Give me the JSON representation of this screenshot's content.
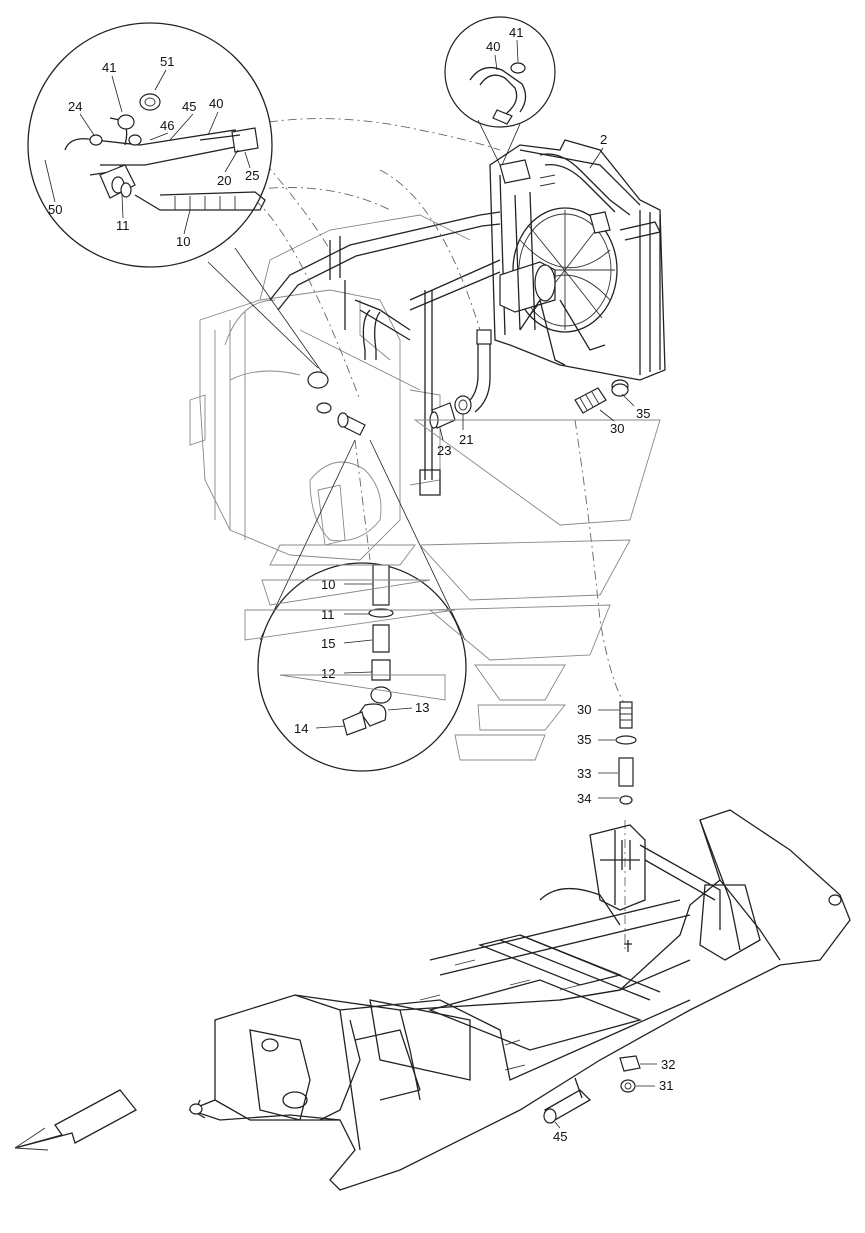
{
  "labels": {
    "top_detail": {
      "p41": "41",
      "p40": "40"
    },
    "left_detail": {
      "p51": "51",
      "p41": "41",
      "p45": "45",
      "p40": "40",
      "p24": "24",
      "p46": "46",
      "p50": "50",
      "p20": "20",
      "p25": "25",
      "p11": "11",
      "p10": "10"
    },
    "main": {
      "p2": "2",
      "p21": "21",
      "p23": "23",
      "p30": "30",
      "p35": "35"
    },
    "mid_detail": {
      "p10": "10",
      "p11": "11",
      "p15": "15",
      "p12": "12",
      "p13": "13",
      "p14": "14"
    },
    "right_column": {
      "p30": "30",
      "p35": "35",
      "p33": "33",
      "p34": "34"
    },
    "frame": {
      "p32": "32",
      "p31": "31",
      "p45": "45"
    }
  }
}
